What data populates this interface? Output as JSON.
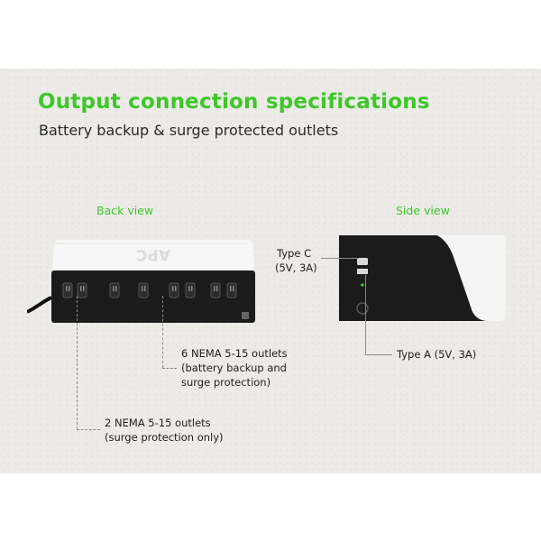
{
  "heading": {
    "title": "Output connection specifications",
    "subtitle": "Battery backup & surge protected outlets"
  },
  "views": {
    "back_view_label": "Back view",
    "side_view_label": "Side view"
  },
  "device": {
    "logo_text": "APC"
  },
  "callouts": {
    "type_c": {
      "line1": "Type C",
      "line2": "(5V, 3A)"
    },
    "type_a": "Type A (5V, 3A)",
    "six_outlets": {
      "line1": "6 NEMA 5-15 outlets",
      "line2": "(battery backup and",
      "line3": "surge protection)"
    },
    "two_outlets": {
      "line1": "2 NEMA 5-15 outlets",
      "line2": "(surge protection only)"
    }
  },
  "colors": {
    "accent_green": "#3ec728",
    "device_black": "#1b1b1b",
    "device_white": "#f5f5f5"
  }
}
